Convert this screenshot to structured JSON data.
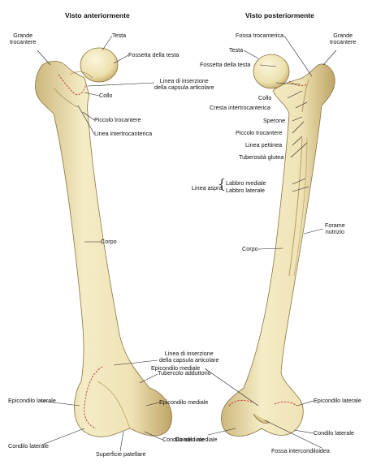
{
  "views": {
    "anterior": {
      "title": "Visto anteriormente",
      "labels": {
        "grande_trocantere": "Grande\ntrocantere",
        "testa": "Testa",
        "fossetta_testa": "Fossetta della testa",
        "linea_inserzione_capsula": "Linea di inserzione\ndella capsula articolare",
        "collo": "Collo",
        "piccolo_trocantere": "Piccolo trocantere",
        "linea_intertrocanterica": "Linea intertrocanterica",
        "corpo": "Corpo",
        "linea_inserzione_capsula_distale": "Linea di inserzione\ndella capsula articolare",
        "tubercolo_adduttorio": "Tubercolo adduttorio",
        "epicondilo_laterale": "Epicondilo laterale",
        "epicondilo_mediale": "Epicondilo mediale",
        "condilo_laterale": "Condilo laterale",
        "condilo_mediale": "Condilo mediale",
        "superficie_patellare": "Superficie patellare"
      }
    },
    "posterior": {
      "title": "Visto posteriormente",
      "labels": {
        "fossa_trocanterica": "Fossa trocanterica",
        "grande_trocantere": "Grande\ntrocantere",
        "testa": "Testa",
        "fossetta_testa": "Fossetta della testa",
        "collo": "Collo",
        "cresta_intertrocanterica": "Cresta intertrocanterica",
        "sperone": "Sperone",
        "piccolo_trocantere": "Piccolo trocantere",
        "linea_pettinea": "Linea pettinea",
        "tuberosita_glutea": "Tuberosità glutea",
        "linea_aspra": "Linea aspra",
        "labbro_mediale": "Labbro mediale",
        "labbro_laterale": "Labbro laterale",
        "forame_nutrizio": "Forame\nnutrizio",
        "corpo": "Corpo",
        "epicondilo_mediale": "Epicondilo mediale",
        "epicondilo_laterale": "Epicondilo laterale",
        "condilo_mediale": "Condilo mediale",
        "condilo_laterale": "Condilo laterale",
        "fossa_intercondiloidea": "Fossa intercondiloidea"
      }
    }
  },
  "colors": {
    "bone_fill": "#efe3b6",
    "bone_shade": "#c9b47a",
    "bone_outline": "#8a7440",
    "capsule_line": "#c0302a"
  }
}
